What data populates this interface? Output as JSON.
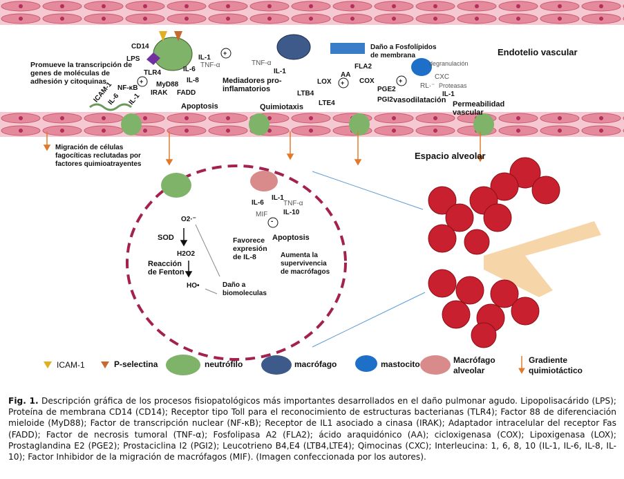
{
  "top": {
    "cd14": "CD14",
    "lps": "LPS",
    "tlr4": "TLR4",
    "myd88": "MyD88",
    "irak": "IRAK",
    "fadd": "FADD",
    "apoptosis": "Apoptosis",
    "promueve": "Promueve la transcripción de genes de moléculas de adhesión y citoquinas",
    "nfkb": "NF-κB",
    "icam1": "ICAM-1",
    "il6": "IL-6",
    "il1": "IL-1",
    "il1_a": "IL-1",
    "tnf_a": "TNF-α",
    "il6_a": "IL-6",
    "il8_a": "IL-8",
    "mediadores": "Mediadores pro-inflamatorios",
    "tnf_b": "TNF-α",
    "il1_b": "IL-1",
    "dano_fosfo": "Daño a Fosfolípidos de membrana",
    "fla2": "FLA2",
    "aa": "AA",
    "lox": "LOX",
    "cox": "COX",
    "ltb4": "LTB4",
    "lte4": "LTE4",
    "quimiotaxis": "Quimiotaxis",
    "pge2": "PGE2",
    "pgi2": "PGI2",
    "vasodilatacion": "vasodilatación",
    "degranulacion": "degranulación",
    "cxc": "CXC",
    "rl": "RL·⁻",
    "proteasas": "Proteasas",
    "il1_c": "IL-1",
    "permeabilidad": "Permeabilidad vascular",
    "endotelio": "Endotelio vascular",
    "migracion": "Migración de células fagocíticas reclutadas por factores quimioatrayentes",
    "espacio": "Espacio alveolar",
    "plus": "+"
  },
  "circle": {
    "o2": "O2·⁻",
    "sod": "SOD",
    "h2o2": "H2O2",
    "fenton": "Reacción de Fenton",
    "ho": "HO•",
    "dano": "Daño a biomoleculas",
    "il1": "IL-1",
    "il6": "IL-6",
    "tnf": "TNF-α",
    "il10": "IL-10",
    "mif": "MIF",
    "minus": "-",
    "favorece": "Favorece expresión de IL-8",
    "apoptosis": "Apoptosis",
    "aumenta": "Aumenta la supervivencia de macrófagos"
  },
  "legend": {
    "icam": "ICAM-1",
    "psel": "P-selectina",
    "neutro": "neutrófilo",
    "macro": "macrófago",
    "masto": "mastocito",
    "alv": "Macrófago alveolar",
    "grad": "Gradiente quimiotáctico"
  },
  "colors": {
    "endothelium": "#e58a9c",
    "neutrophil": "#7fb36a",
    "macrophage": "#3d5a8a",
    "mastocyte": "#1e6fc8",
    "alveolar_macrophage": "#d98a8a",
    "erythrocyte": "#c8202e",
    "circle": "#a3214f",
    "arrow": "#e07a2a"
  },
  "caption": {
    "label": "Fig. 1.",
    "text": " Descripción gráfica de los procesos fisiopatológicos más importantes desarrollados en el daño pulmonar agudo. Lipopolisacárido (LPS); Proteína de membrana CD14 (CD14); Receptor tipo Toll para el reconocimiento de estructuras bacterianas (TLR4); Factor 88 de diferenciación mieloide (MyD88); Factor de transcripción nuclear (NF-κB); Receptor de IL1 asociado a cinasa (IRAK); Adaptador intracelular del receptor Fas (FADD); Factor de necrosis tumoral (TNF-α); Fosfolipasa A2 (FLA2); ácido araquidónico (AA); cicloxigenasa (COX); Lipoxigenasa (LOX); Prostaglandina E2 (PGE2); Prostaciclina I2 (PGI2); Leucotrieno B4,E4 (LTB4,LTE4); Qimocinas (CXC); Interleucina: 1, 6, 8, 10 (IL-1, IL-6, IL-8, IL-10); Factor Inhibidor de la migración de macrófagos (MIF). (Imagen confeccionada por los autores)."
  }
}
